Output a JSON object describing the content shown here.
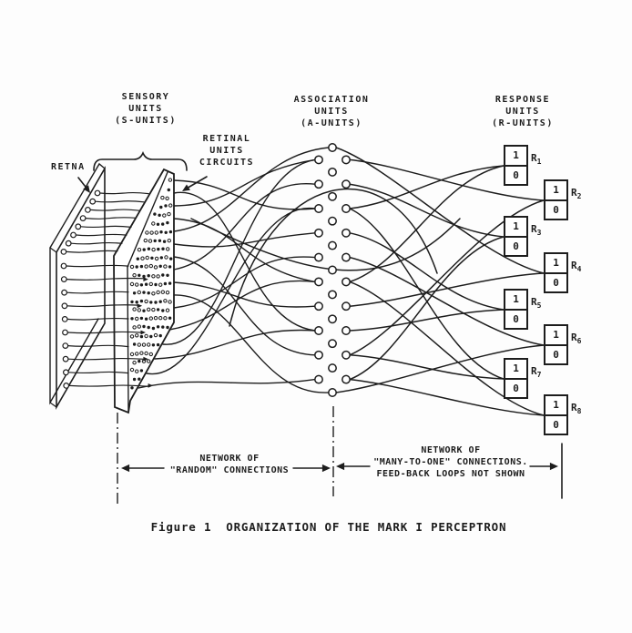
{
  "colors": {
    "ink": "#1d1d1d",
    "background": "#fdfdfd"
  },
  "labels": {
    "sensory": {
      "line1": "SENSORY",
      "line2": "UNITS",
      "line3": "(S-UNITS)"
    },
    "retina": {
      "text": "RETNA"
    },
    "retinal_circuits": {
      "line1": "RETINAL",
      "line2": "UNITS",
      "line3": "CIRCUITS"
    },
    "association": {
      "line1": "ASSOCIATION",
      "line2": "UNITS",
      "line3": "(A-UNITS)"
    },
    "response": {
      "line1": "RESPONSE",
      "line2": "UNITS",
      "line3": "(R-UNITS)"
    }
  },
  "response_units": {
    "items": [
      {
        "name": "R",
        "sub": "1",
        "on": "1",
        "off": "0"
      },
      {
        "name": "R",
        "sub": "2",
        "on": "1",
        "off": "0"
      },
      {
        "name": "R",
        "sub": "3",
        "on": "1",
        "off": "0"
      },
      {
        "name": "R",
        "sub": "4",
        "on": "1",
        "off": "0"
      },
      {
        "name": "R",
        "sub": "5",
        "on": "1",
        "off": "0"
      },
      {
        "name": "R",
        "sub": "6",
        "on": "1",
        "off": "0"
      },
      {
        "name": "R",
        "sub": "7",
        "on": "1",
        "off": "0"
      },
      {
        "name": "R",
        "sub": "8",
        "on": "1",
        "off": "0"
      }
    ]
  },
  "annotations": {
    "random_network": {
      "line1": "NETWORK OF",
      "line2": "\"RANDOM\" CONNECTIONS"
    },
    "many_to_one": {
      "line1": "NETWORK OF",
      "line2": "\"MANY-TO-ONE\" CONNECTIONS.",
      "line3": "FEED-BACK LOOPS NOT SHOWN"
    }
  },
  "caption": {
    "prefix": "Figure 1",
    "title": "ORGANIZATION OF THE MARK I PERCEPTRON"
  },
  "diagram": {
    "retina_terminal_count": 18,
    "a_unit_count": 31
  }
}
